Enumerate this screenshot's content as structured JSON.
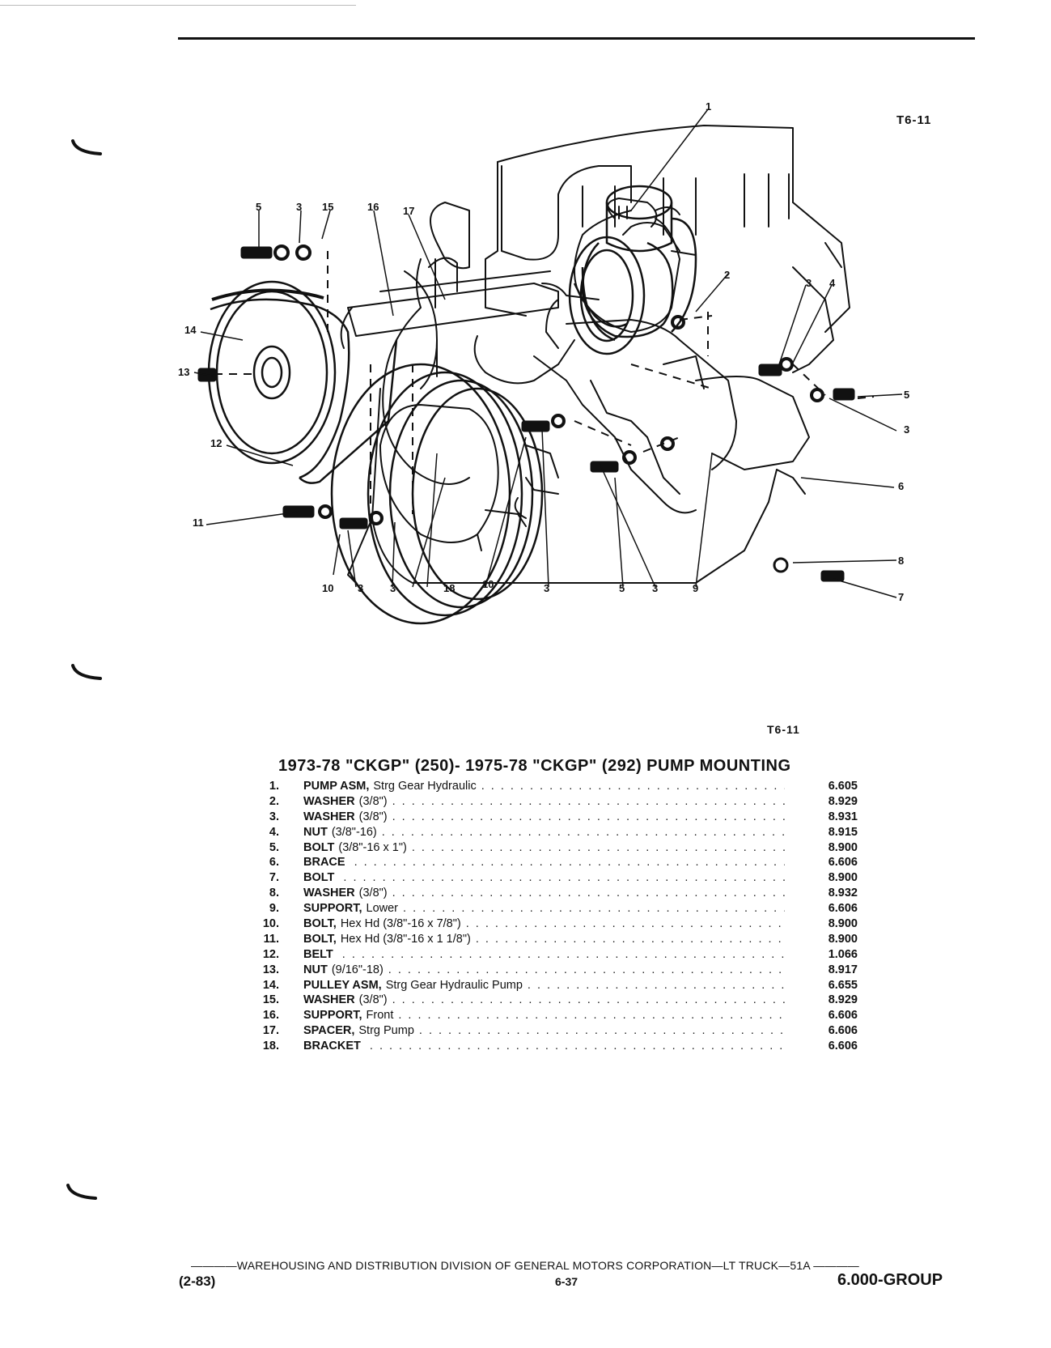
{
  "figure": {
    "code_top": "T6-11",
    "code_bottom": "T6-11"
  },
  "diagram": {
    "callouts": [
      "1",
      "2",
      "3",
      "3",
      "3",
      "3",
      "3",
      "3",
      "3",
      "4",
      "5",
      "5",
      "5",
      "6",
      "7",
      "8",
      "9",
      "10",
      "10",
      "11",
      "12",
      "13",
      "14",
      "15",
      "16",
      "17",
      "18"
    ]
  },
  "title": "1973-78 \"CKGP\" (250)- 1975-78 \"CKGP\" (292) PUMP MOUNTING",
  "parts": [
    {
      "num": "1.",
      "name": "PUMP ASM,",
      "spec": "Strg Gear Hydraulic",
      "group": "6.605"
    },
    {
      "num": "2.",
      "name": "WASHER",
      "spec": "(3/8\")",
      "group": "8.929"
    },
    {
      "num": "3.",
      "name": "WASHER",
      "spec": "(3/8\")",
      "group": "8.931"
    },
    {
      "num": "4.",
      "name": "NUT",
      "spec": "(3/8\"-16)",
      "group": "8.915"
    },
    {
      "num": "5.",
      "name": "BOLT",
      "spec": "(3/8\"-16 x 1\")",
      "group": "8.900"
    },
    {
      "num": "6.",
      "name": "BRACE",
      "spec": "",
      "group": "6.606"
    },
    {
      "num": "7.",
      "name": "BOLT",
      "spec": "",
      "group": "8.900"
    },
    {
      "num": "8.",
      "name": "WASHER",
      "spec": "(3/8\")",
      "group": "8.932"
    },
    {
      "num": "9.",
      "name": "SUPPORT,",
      "spec": "Lower",
      "group": "6.606"
    },
    {
      "num": "10.",
      "name": "BOLT,",
      "spec": "Hex Hd (3/8\"-16 x 7/8\")",
      "group": "8.900"
    },
    {
      "num": "11.",
      "name": "BOLT,",
      "spec": "Hex Hd (3/8\"-16 x 1 1/8\")",
      "group": "8.900"
    },
    {
      "num": "12.",
      "name": "BELT",
      "spec": "",
      "group": "1.066"
    },
    {
      "num": "13.",
      "name": "NUT",
      "spec": "(9/16\"-18)",
      "group": "8.917"
    },
    {
      "num": "14.",
      "name": "PULLEY ASM,",
      "spec": "Strg Gear Hydraulic Pump",
      "group": "6.655"
    },
    {
      "num": "15.",
      "name": "WASHER",
      "spec": "(3/8\")",
      "group": "8.929"
    },
    {
      "num": "16.",
      "name": "SUPPORT,",
      "spec": "Front",
      "group": "6.606"
    },
    {
      "num": "17.",
      "name": "SPACER,",
      "spec": "Strg Pump",
      "group": "6.606"
    },
    {
      "num": "18.",
      "name": "BRACKET",
      "spec": "",
      "group": "6.606"
    }
  ],
  "footer": {
    "line": "————WAREHOUSING AND DISTRIBUTION DIVISION OF GENERAL MOTORS CORPORATION—LT TRUCK—51A ————",
    "date": "(2-83)",
    "page": "6-37",
    "group": "6.000-GROUP"
  }
}
